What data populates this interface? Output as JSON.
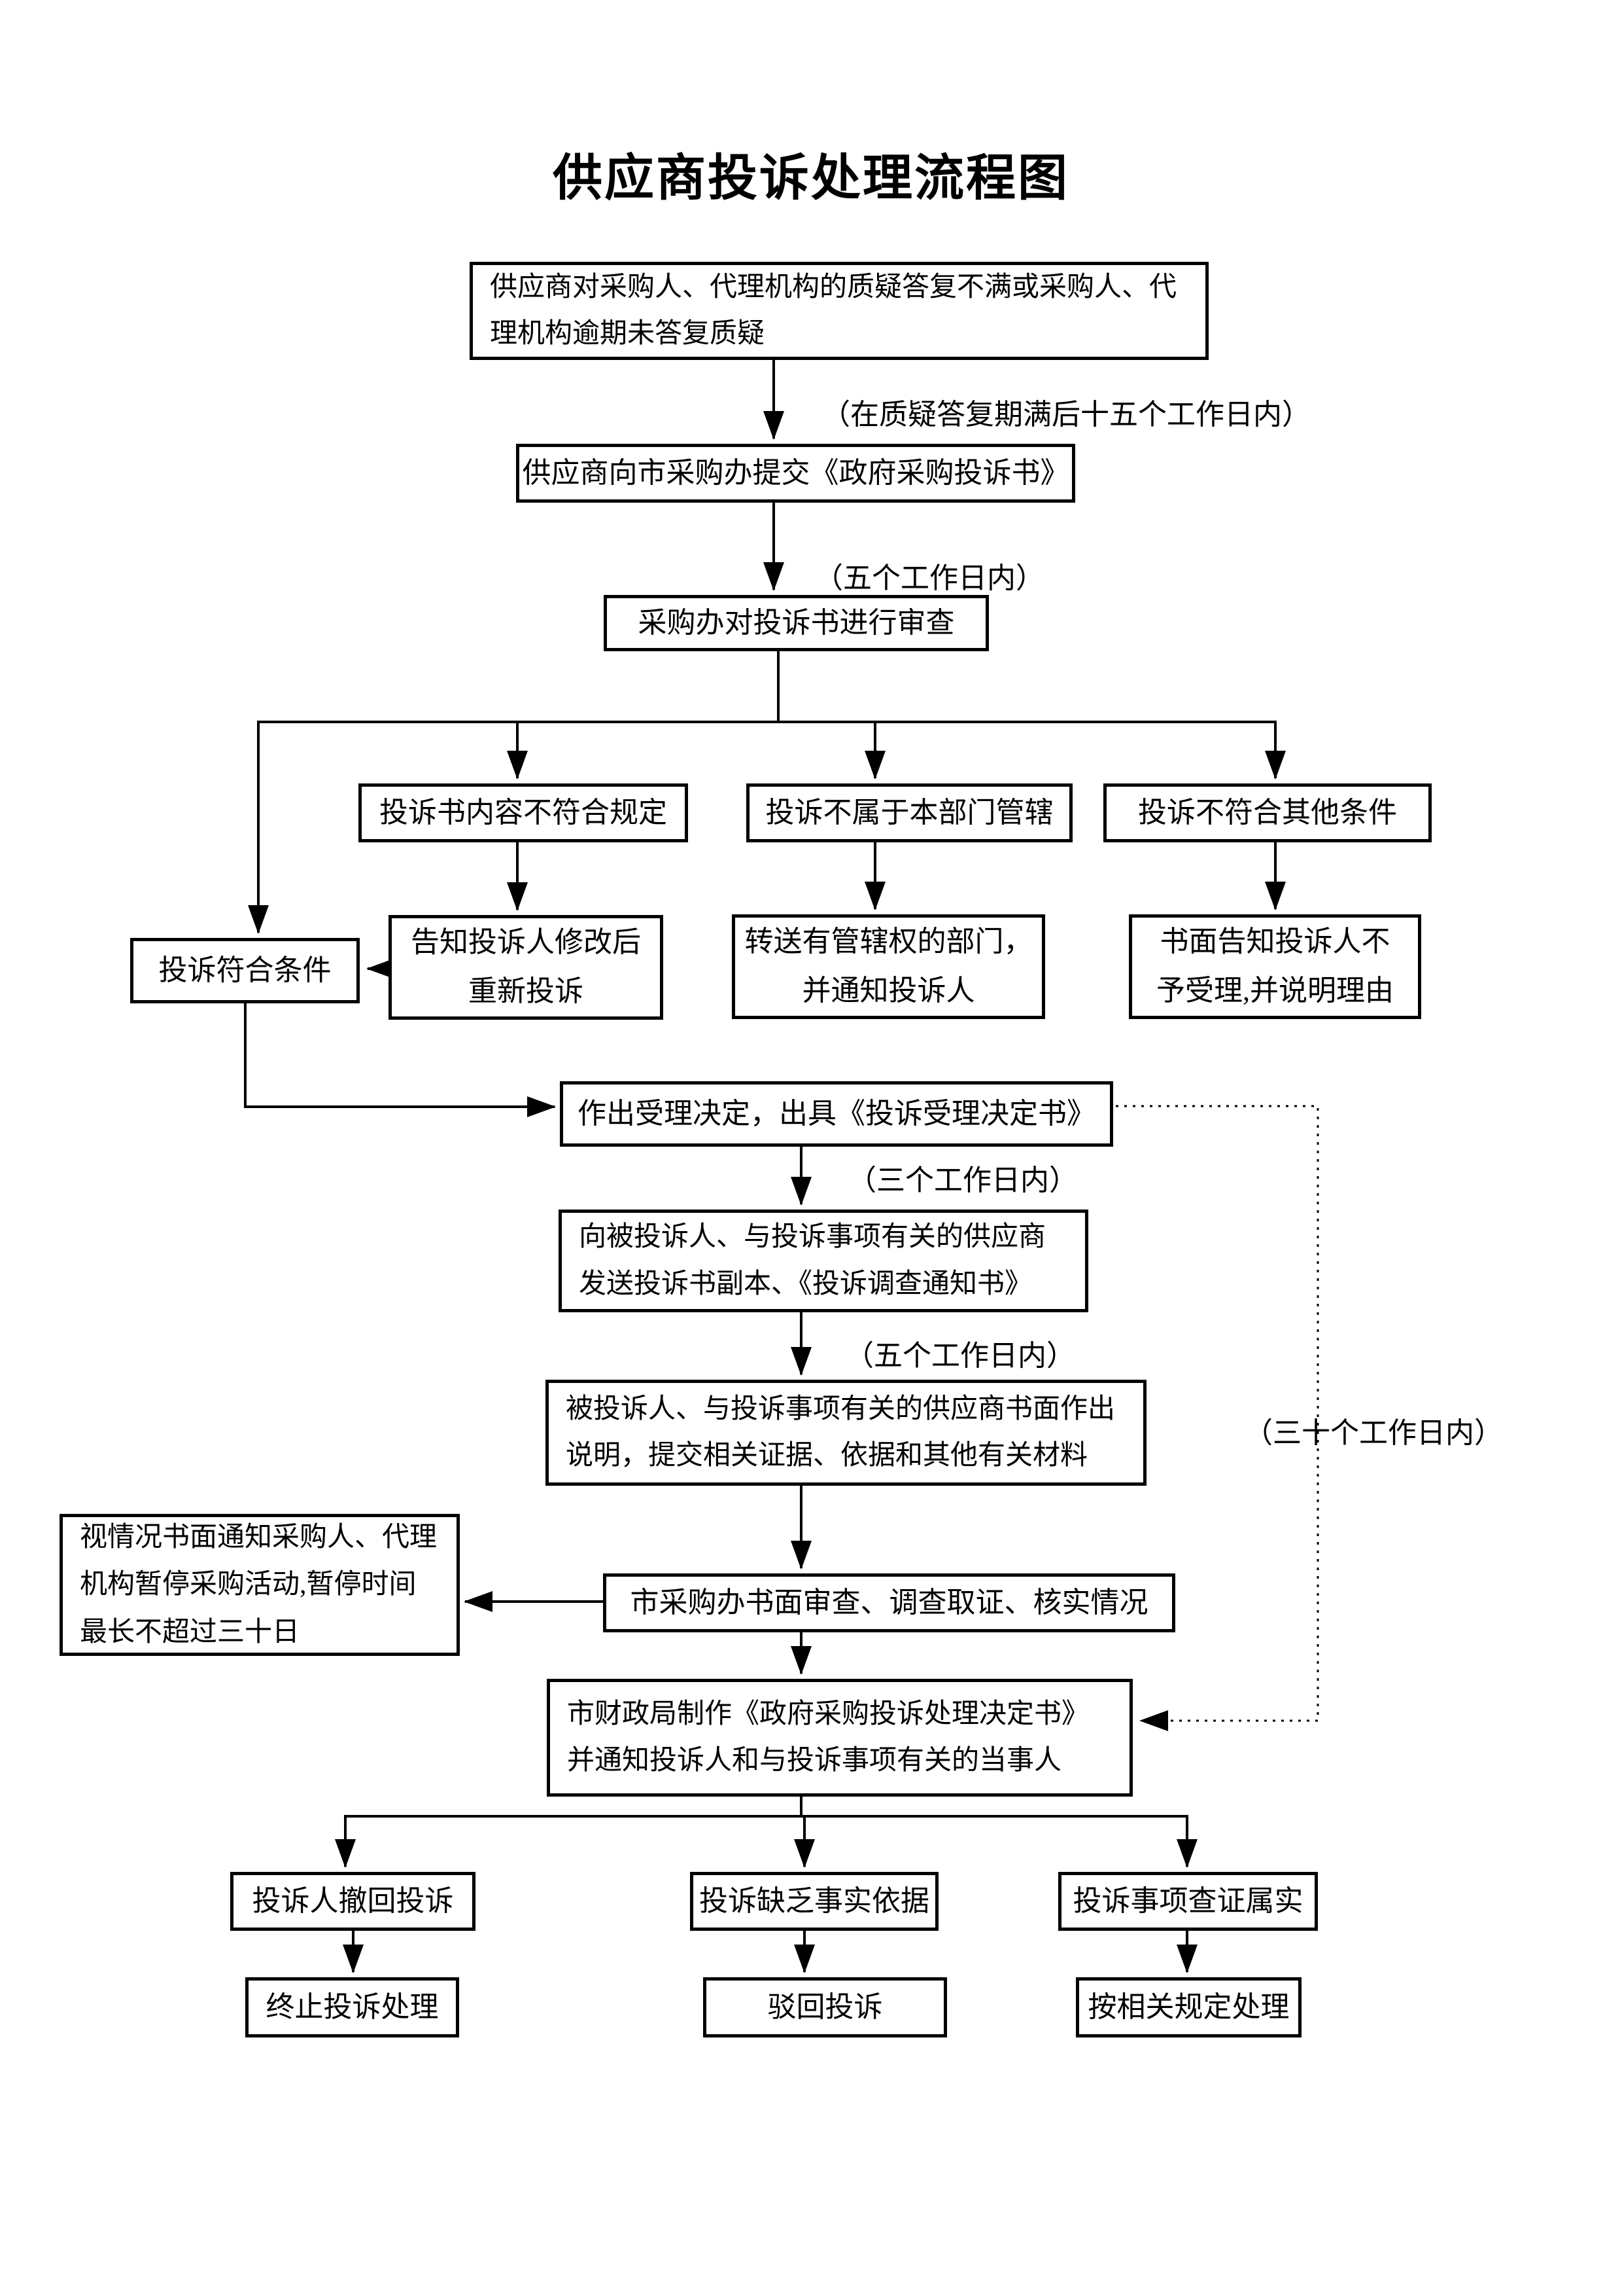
{
  "title": "供应商投诉处理流程图",
  "colors": {
    "line": "#000000",
    "background": "#ffffff",
    "text": "#000000"
  },
  "nodes": {
    "start": "供应商对采购人、代理机构的质疑答复不满或采购人、代\n理机构逾期未答复质疑",
    "submit": "供应商向市采购办提交《政府采购投诉书》",
    "review": "采购办对投诉书进行审查",
    "invalid_content": "投诉书内容不符合规定",
    "not_jurisdiction": "投诉不属于本部门管辖",
    "other_fail": "投诉不符合其他条件",
    "meets": "投诉符合条件",
    "revise": "告知投诉人修改后\n重新投诉",
    "transfer": "转送有管辖权的部门，\n并通知投诉人",
    "no_accept": "书面告知投诉人不\n予受理,并说明理由",
    "accept": "作出受理决定，出具《投诉受理决定书》",
    "send_copy": "向被投诉人、与投诉事项有关的供应商\n发送投诉书副本、《投诉调查通知书》",
    "respond": "被投诉人、与投诉事项有关的供应商书面作出\n说明，提交相关证据、依据和其他有关材料",
    "suspend": "视情况书面通知采购人、代理\n机构暂停采购活动,暂停时间\n最长不超过三十日",
    "investigate": "市采购办书面审查、调查取证、核实情况",
    "decision": "市财政局制作《政府采购投诉处理决定书》\n并通知投诉人和与投诉事项有关的当事人",
    "withdraw": "投诉人撤回投诉",
    "no_facts": "投诉缺乏事实依据",
    "verified": "投诉事项查证属实",
    "terminate": "终止投诉处理",
    "dismiss": "驳回投诉",
    "handle": "按相关规定处理"
  },
  "annotations": {
    "fifteen_days": "（在质疑答复期满后十五个工作日内）",
    "five_days_1": "（五个工作日内）",
    "three_days": "（三个工作日内）",
    "five_days_2": "（五个工作日内）",
    "thirty_days": "（三十个工作日内）"
  }
}
